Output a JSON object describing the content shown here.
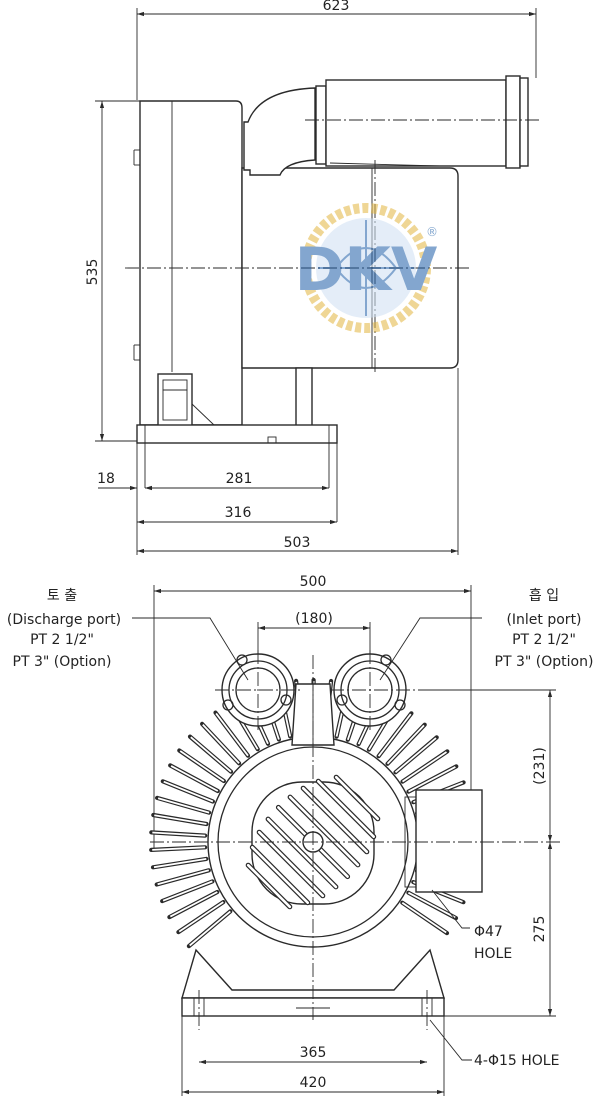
{
  "dimensions": {
    "overall_width": "623",
    "height": "535",
    "offset_18": "18",
    "base_281": "281",
    "base_316": "316",
    "depth_503": "503",
    "front_width": "500",
    "port_spacing": "(180)",
    "port_height": "(231)",
    "center_height": "275",
    "bolt_spacing": "365",
    "base_width": "420"
  },
  "labels": {
    "discharge_kr": "토 출",
    "discharge_en": "(Discharge port)",
    "discharge_pt": "PT 2 1/2\"",
    "discharge_opt": "PT 3\" (Option)",
    "inlet_kr": "흡 입",
    "inlet_en": "(Inlet port)",
    "inlet_pt": "PT 2 1/2\"",
    "inlet_opt": "PT 3\" (Option)",
    "hole_47": "Φ47",
    "hole_word": "HOLE",
    "bolt_holes": "4-Φ15 HOLE"
  },
  "logo": {
    "text": "DKV",
    "registered": "®",
    "colors": {
      "blue": "#1f5fa8",
      "gold": "#e2b640"
    }
  }
}
